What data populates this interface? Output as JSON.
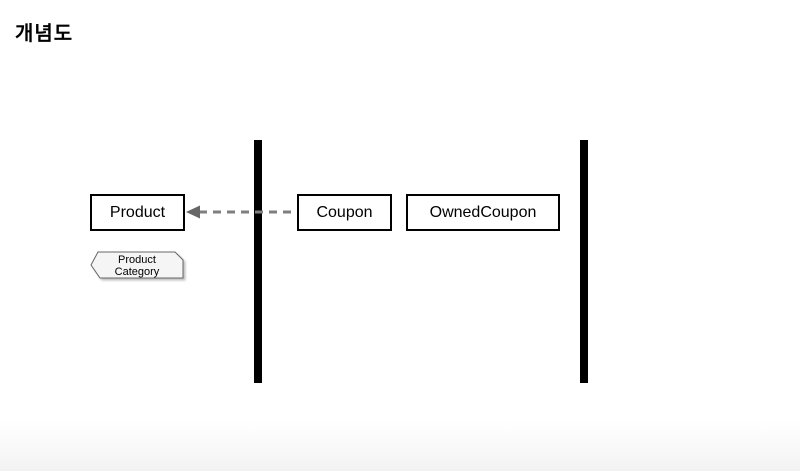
{
  "page": {
    "title": "개념도"
  },
  "diagram": {
    "nodes": [
      {
        "label": "Product"
      },
      {
        "label": "Coupon"
      },
      {
        "label": "OwnedCoupon"
      }
    ],
    "category_tag": {
      "line1": "Product",
      "line2": "Category"
    },
    "connector": {
      "style": "dashed",
      "from": "Coupon",
      "to": "Product"
    },
    "colors": {
      "background": "#ffffff",
      "node_fill": "#ffffff",
      "node_border": "#000000",
      "lifeline": "#000000",
      "connector": "#7f7f7f",
      "arrowhead": "#666666",
      "tag_fill": "#f5f5f5",
      "tag_border": "#666666"
    }
  }
}
